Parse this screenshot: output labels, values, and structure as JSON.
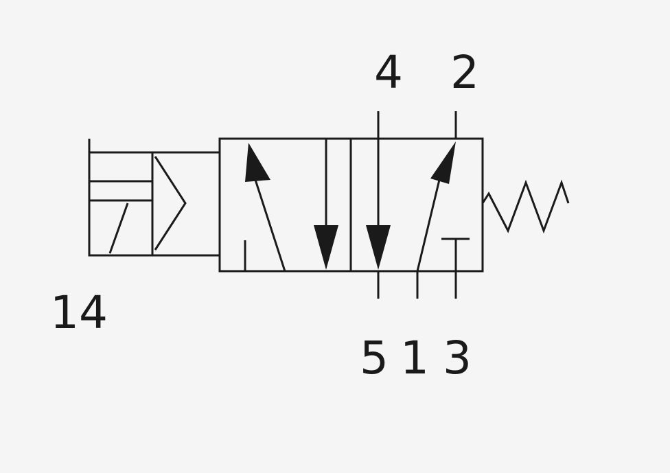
{
  "colors": {
    "background": "#f5f5f5",
    "stroke": "#1a1a1a"
  },
  "ports": {
    "p4": "4",
    "p2": "2",
    "p5": "5",
    "p1": "1",
    "p3": "3",
    "p14": "14"
  }
}
